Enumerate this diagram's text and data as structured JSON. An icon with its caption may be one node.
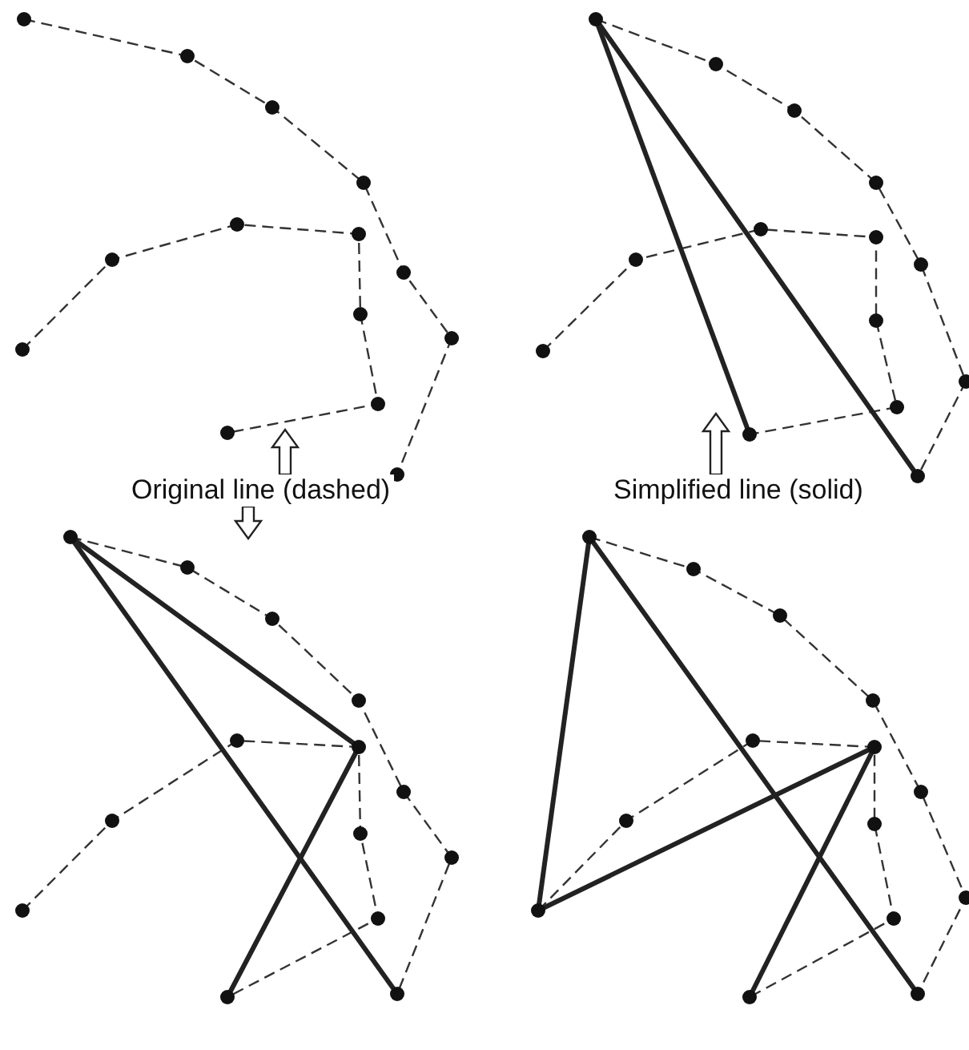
{
  "diagram": {
    "nodes": [
      {
        "text": [
          "Original line (dashed)"
        ]
      },
      {
        "text": [
          "Simplified line (solid)"
        ]
      }
    ],
    "edges": [
      {
        "from": 0,
        "to": null,
        "arrow": "to"
      },
      {
        "from": 0,
        "to": null,
        "arrow": "to"
      },
      {
        "from": 1,
        "to": null,
        "arrow": "to"
      }
    ]
  }
}
